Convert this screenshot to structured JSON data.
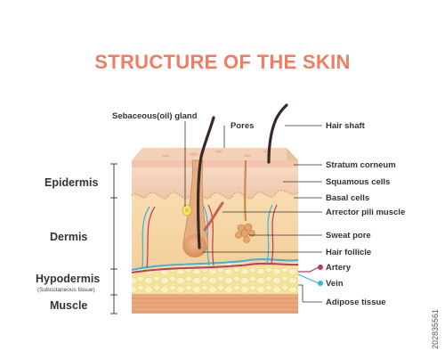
{
  "title": "STRUCTURE OF THE SKIN",
  "labels": {
    "sebaceous_gland": "Sebaceous(oil) gland",
    "pores": "Pores",
    "hair_shaft": "Hair shaft",
    "stratum_corneum": "Stratum corneum",
    "squamous_cells": "Squamous cells",
    "basal_cells": "Basal cells",
    "arrector_pili": "Arrector pili muscle",
    "sweat_pore": "Sweat pore",
    "hair_follicle": "Hair follicle",
    "artery": "Artery",
    "vein": "Vein",
    "adipose": "Adipose tissue"
  },
  "layers": {
    "epidermis": "Epidermis",
    "dermis": "Dermis",
    "hypodermis": "Hypodermis",
    "hypodermis_sub": "(Subcutaneous tissue)",
    "muscle": "Muscle"
  },
  "watermark": "202835561",
  "colors": {
    "title": "#ef7d62",
    "artery": "#c1385b",
    "vein": "#39b3e0",
    "dermis": "#f6d7a6",
    "epidermis": "#f0c7a4",
    "hair": "#3a2a24",
    "adipose": "#f7e8a8"
  }
}
